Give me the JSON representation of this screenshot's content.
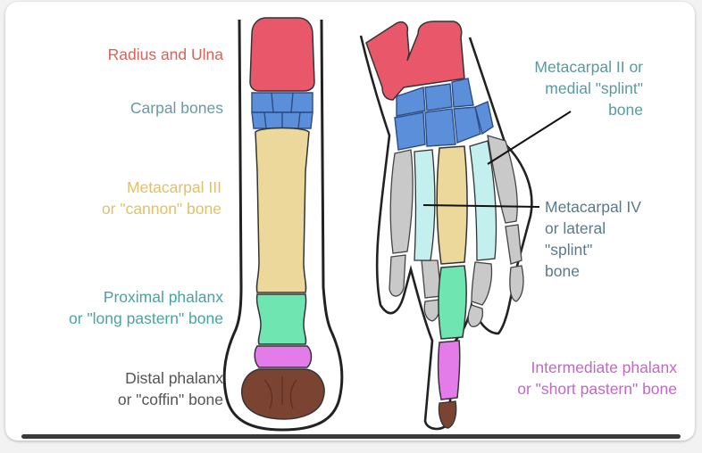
{
  "colors": {
    "radius_ulna": "#e8586a",
    "carpal": "#5c8fd9",
    "cannon": "#ecd89a",
    "proximal_phalanx": "#6fe6b2",
    "intermediate_phalanx": "#e37ce8",
    "distal_phalanx": "#7a4332",
    "splint": "#c3f0ee",
    "human_fingers": "#c9c9c9",
    "outline": "#222222"
  },
  "labels": {
    "radius_ulna": {
      "lines": [
        "Radius and Ulna"
      ],
      "color": "#d9625a"
    },
    "carpal": {
      "lines": [
        "Carpal bones"
      ],
      "color": "#6a9aa0"
    },
    "cannon": {
      "lines": [
        "Metacarpal III",
        "or \"cannon\" bone"
      ],
      "color": "#e0c06a"
    },
    "proximal": {
      "lines": [
        "Proximal phalanx",
        "or \"long pastern\" bone"
      ],
      "color": "#4aa3a0"
    },
    "distal": {
      "lines": [
        "Distal phalanx",
        "or \"coffin\" bone"
      ],
      "color": "#555555"
    },
    "metacarpal_ii": {
      "lines": [
        "Metacarpal II or",
        "medial \"splint\"",
        "bone"
      ],
      "color": "#5a9aa0"
    },
    "metacarpal_iv": {
      "lines": [
        "Metacarpal IV",
        "or lateral",
        "\"splint\"",
        "bone"
      ],
      "color": "#5a7a8a"
    },
    "intermediate": {
      "lines": [
        "Intermediate phalanx",
        "or \"short pastern\" bone"
      ],
      "color": "#c466c8"
    }
  }
}
